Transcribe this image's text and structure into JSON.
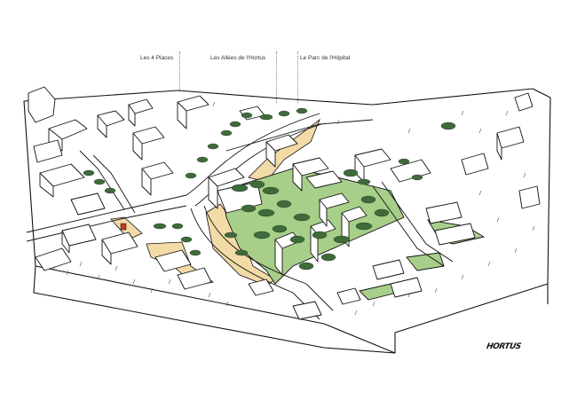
{
  "labels": [
    {
      "id": "places",
      "text": "Les 4 Places"
    },
    {
      "id": "allees",
      "text": "Les Allées de l'Hortus"
    },
    {
      "id": "parc",
      "text": "Le Parc de l'Hôpital"
    }
  ],
  "signature": "HORTUS",
  "colors": {
    "ink": "#111111",
    "park_light": "#a8cf8a",
    "tree_dark": "#3f6b3a",
    "tree_mid": "#5b8a4a",
    "sand": "#f3dba8",
    "accent_red": "#c23b22",
    "hatch": "#555555"
  }
}
